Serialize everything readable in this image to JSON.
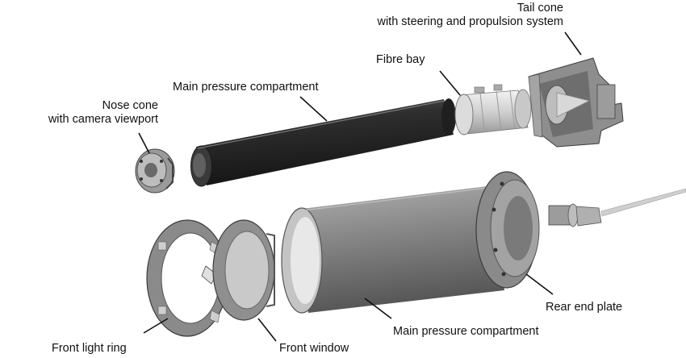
{
  "labels": {
    "tail_cone": {
      "line1": "Tail cone",
      "line2": "with steering and propulsion system"
    },
    "fibre_bay": "Fibre bay",
    "main_pressure_top": "Main pressure compartment",
    "nose_cone": {
      "line1": "Nose cone",
      "line2": "with camera viewport"
    },
    "rear_end_plate": "Rear end plate",
    "main_pressure_bottom": "Main pressure compartment",
    "front_light_ring": "Front light ring",
    "front_window": "Front window"
  },
  "colors": {
    "dark_body": "#2b2b2b",
    "metal": "#8c8c8c",
    "metal_dark": "#5e5e5e",
    "metal_light": "#c4c4c4",
    "leader": "#111111"
  }
}
